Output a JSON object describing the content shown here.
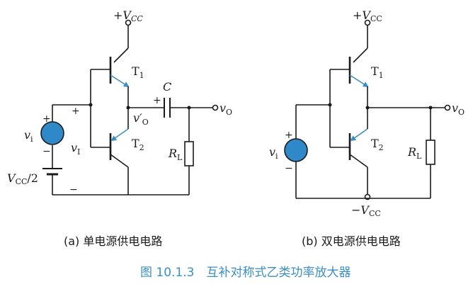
{
  "circuit_a": {
    "vcc_top": "+V",
    "vcc_top_sub": "CC",
    "t1": "T",
    "t1_sub": "1",
    "t2": "T",
    "t2_sub": "2",
    "cap": "C",
    "cap_plus": "+",
    "vo_mid": "v",
    "vo_mid_prime": "′",
    "vo_mid_sub": "O",
    "vo": "v",
    "vo_sub": "O",
    "rl": "R",
    "rl_sub": "L",
    "vi": "v",
    "vi_sub": "i",
    "vI": "v",
    "vI_sub": "I",
    "plus_src": "+",
    "minus_src": "−",
    "plus_node": "+",
    "vcc2": "V",
    "vcc2_sub": "CC",
    "vcc2_suffix": "/2",
    "minus_bat": "−",
    "caption": "(a) 单电源供电电路"
  },
  "circuit_b": {
    "vcc_top": "+V",
    "vcc_top_sub": "CC",
    "t1": "T",
    "t1_sub": "1",
    "t2": "T",
    "t2_sub": "2",
    "vo": "v",
    "vo_sub": "O",
    "rl": "R",
    "rl_sub": "L",
    "vi": "v",
    "vi_sub": "i",
    "plus_src": "+",
    "minus_src": "−",
    "vcc_bot": "−V",
    "vcc_bot_sub": "CC",
    "caption": "(b) 双电源供电电路"
  },
  "figure_title": "图 10.1.3　互补对称式乙类功率放大器",
  "colors": {
    "line": "#1a1a1a",
    "transistor_blue": "#3b8fc4",
    "source_blue": "#2f88c8",
    "caption_blue": "#3b8fc4"
  }
}
